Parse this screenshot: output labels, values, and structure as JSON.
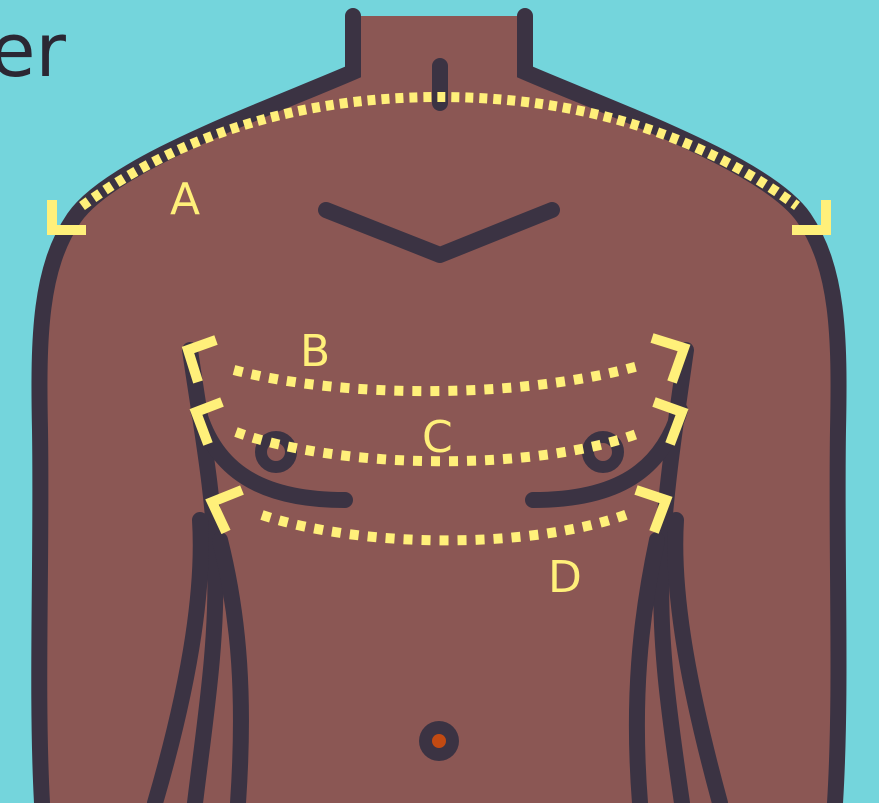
{
  "heading_fragment": "er",
  "labels": {
    "a": "A",
    "b": "B",
    "c": "C",
    "d": "D"
  },
  "colors": {
    "background": "#74d5dc",
    "skin": "#8b5754",
    "outline": "#3b3343",
    "guide": "#fff07a",
    "navel_center": "#c24a12"
  }
}
